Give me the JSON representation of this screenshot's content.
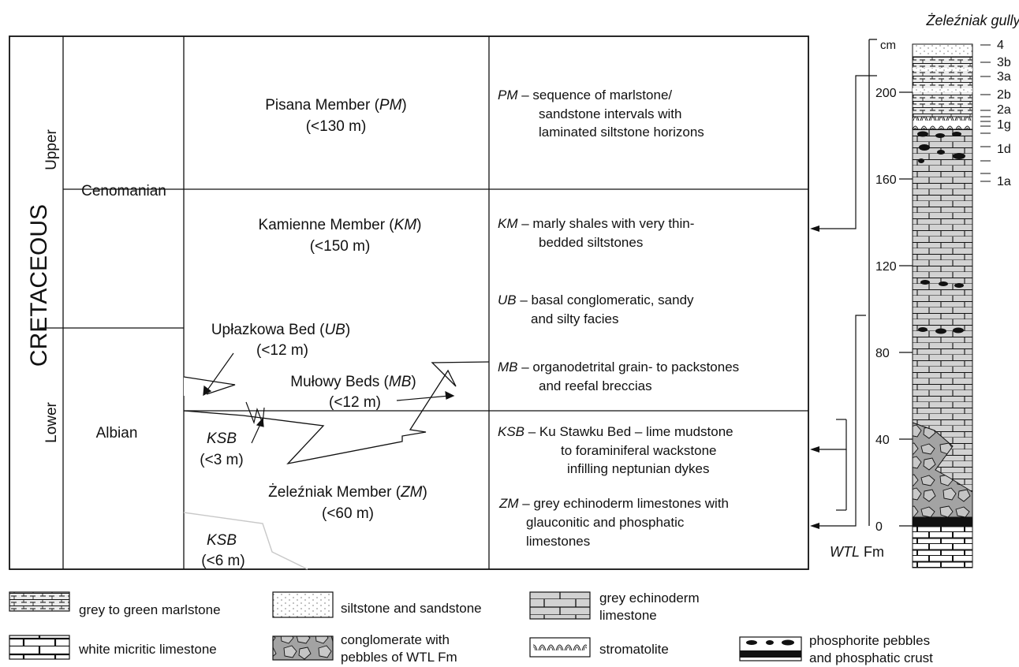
{
  "section_title": "Żeleźniak gully",
  "cm_unit": "cm",
  "scale_ticks": [
    {
      "value": 200,
      "label": "200"
    },
    {
      "value": 160,
      "label": "160"
    },
    {
      "value": 120,
      "label": "120"
    },
    {
      "value": 80,
      "label": "80"
    },
    {
      "value": 40,
      "label": "40"
    },
    {
      "value": 0,
      "label": "0"
    }
  ],
  "bed_labels": [
    "4",
    "3b",
    "3a",
    "2b",
    "2a",
    "1g",
    "1d",
    "1a"
  ],
  "wtl_label": {
    "italic": "WTL",
    "rest": " Fm"
  },
  "table": {
    "system": "CRETACEOUS",
    "upper": "Upper",
    "lower": "Lower",
    "cenomanian": "Cenomanian",
    "albian": "Albian",
    "units": {
      "pm": {
        "l1a": "Pisana Member (",
        "abbr": "PM",
        "l1b": ")",
        "l2": "(<130 m)"
      },
      "km": {
        "l1a": "Kamienne Member (",
        "abbr": "KM",
        "l1b": ")",
        "l2": "(<150 m)"
      },
      "ub": {
        "l1a": "Upłazkowa Bed (",
        "abbr": "UB",
        "l1b": ")",
        "l2": "(<12 m)"
      },
      "mb": {
        "l1a": "Mułowy Beds (",
        "abbr": "MB",
        "l1b": ")",
        "l2": "(<12 m)"
      },
      "ksb1": {
        "abbr": "KSB",
        "l2": "(<3 m)"
      },
      "zm": {
        "l1a": "Żeleźniak Member (",
        "abbr": "ZM",
        "l1b": ")",
        "l2": "(<60 m)"
      },
      "ksb2": {
        "abbr": "KSB",
        "l2": "(<6 m)"
      }
    },
    "descriptions": {
      "pm": {
        "abbr": "PM",
        "l1": " – sequence of marlstone/",
        "l2": "sandstone intervals with",
        "l3": "laminated siltstone horizons"
      },
      "km": {
        "abbr": "KM",
        "l1": " – marly shales with very thin-",
        "l2": "bedded siltstones"
      },
      "ub": {
        "abbr": "UB",
        "l1": " – basal conglomeratic, sandy",
        "l2": "and silty facies"
      },
      "mb": {
        "abbr": "MB",
        "l1": " – organodetrital grain- to packstones",
        "l2": "and reefal breccias"
      },
      "ksb": {
        "abbr": "KSB",
        "l1": " – Ku Stawku Bed – lime mudstone",
        "l2": "to foraminiferal wackstone",
        "l3": "infilling neptunian dykes"
      },
      "zm": {
        "abbr": "ZM",
        "l1": " – grey echinoderm limestones with",
        "l2": "glauconitic and phosphatic",
        "l3": "limestones"
      }
    }
  },
  "legend": [
    {
      "key": "marlstone",
      "l1": "grey to green marlstone"
    },
    {
      "key": "siltstone",
      "l1": "siltstone and sandstone"
    },
    {
      "key": "grey_limestone",
      "l1": "grey echinoderm",
      "l2": "limestone"
    },
    {
      "key": "white_limestone",
      "l1": "white micritic limestone"
    },
    {
      "key": "conglomerate",
      "l1": "conglomerate with",
      "l2": "pebbles of WTL Fm"
    },
    {
      "key": "stromatolite",
      "l1": "stromatolite"
    },
    {
      "key": "phosphorite",
      "l1": "phosphorite pebbles",
      "l2": "and phosphatic crust"
    }
  ],
  "colors": {
    "line": "#111111",
    "grey_limestone": "#d2d2d2",
    "conglomerate": "#9c9c9c",
    "marlstone": "#ececec",
    "neptunian_dyke": "#c8c8c8"
  }
}
